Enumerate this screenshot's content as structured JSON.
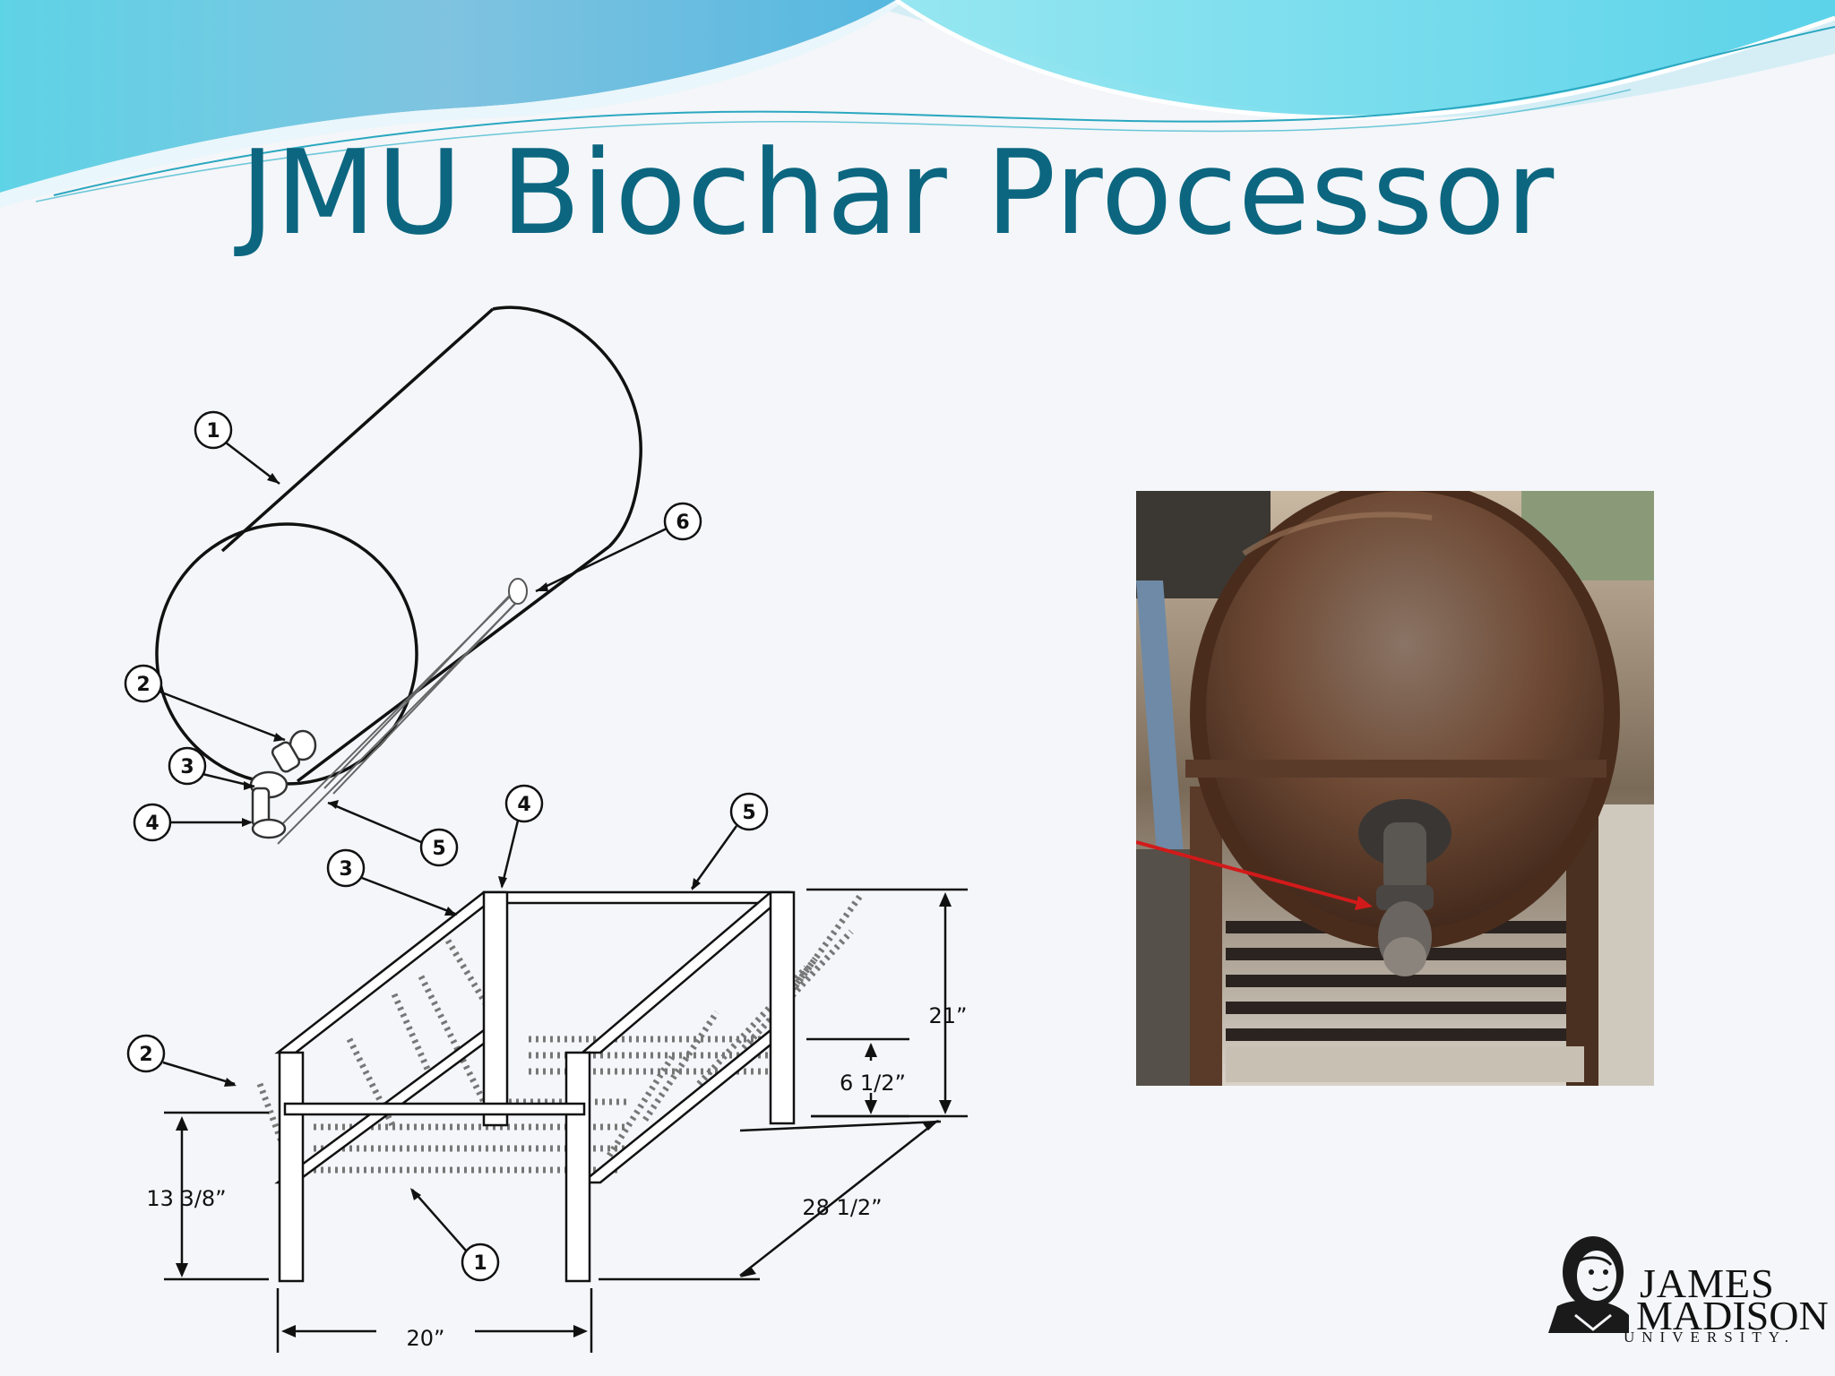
{
  "slide": {
    "title": "JMU Biochar Processor",
    "accent_color": "#0c6680",
    "logo": {
      "name": "James Madison University",
      "line1": "JAMES",
      "line2": "MADISON",
      "line3": "UNIVERSITY."
    }
  },
  "drum_drawing": {
    "callouts": [
      "1",
      "2",
      "3",
      "4",
      "5",
      "6"
    ]
  },
  "stand_drawing": {
    "callouts": [
      "1",
      "2",
      "3",
      "4",
      "5"
    ],
    "dimensions": {
      "height": "21”",
      "inner_height": "6 1/2”",
      "leg_height": "13 3/8”",
      "length": "28 1/2”",
      "width": "20”"
    }
  },
  "photo": {
    "subject": "rusty-drum-with-spigot-on-stand",
    "arrow_color": "#d21a1a"
  }
}
